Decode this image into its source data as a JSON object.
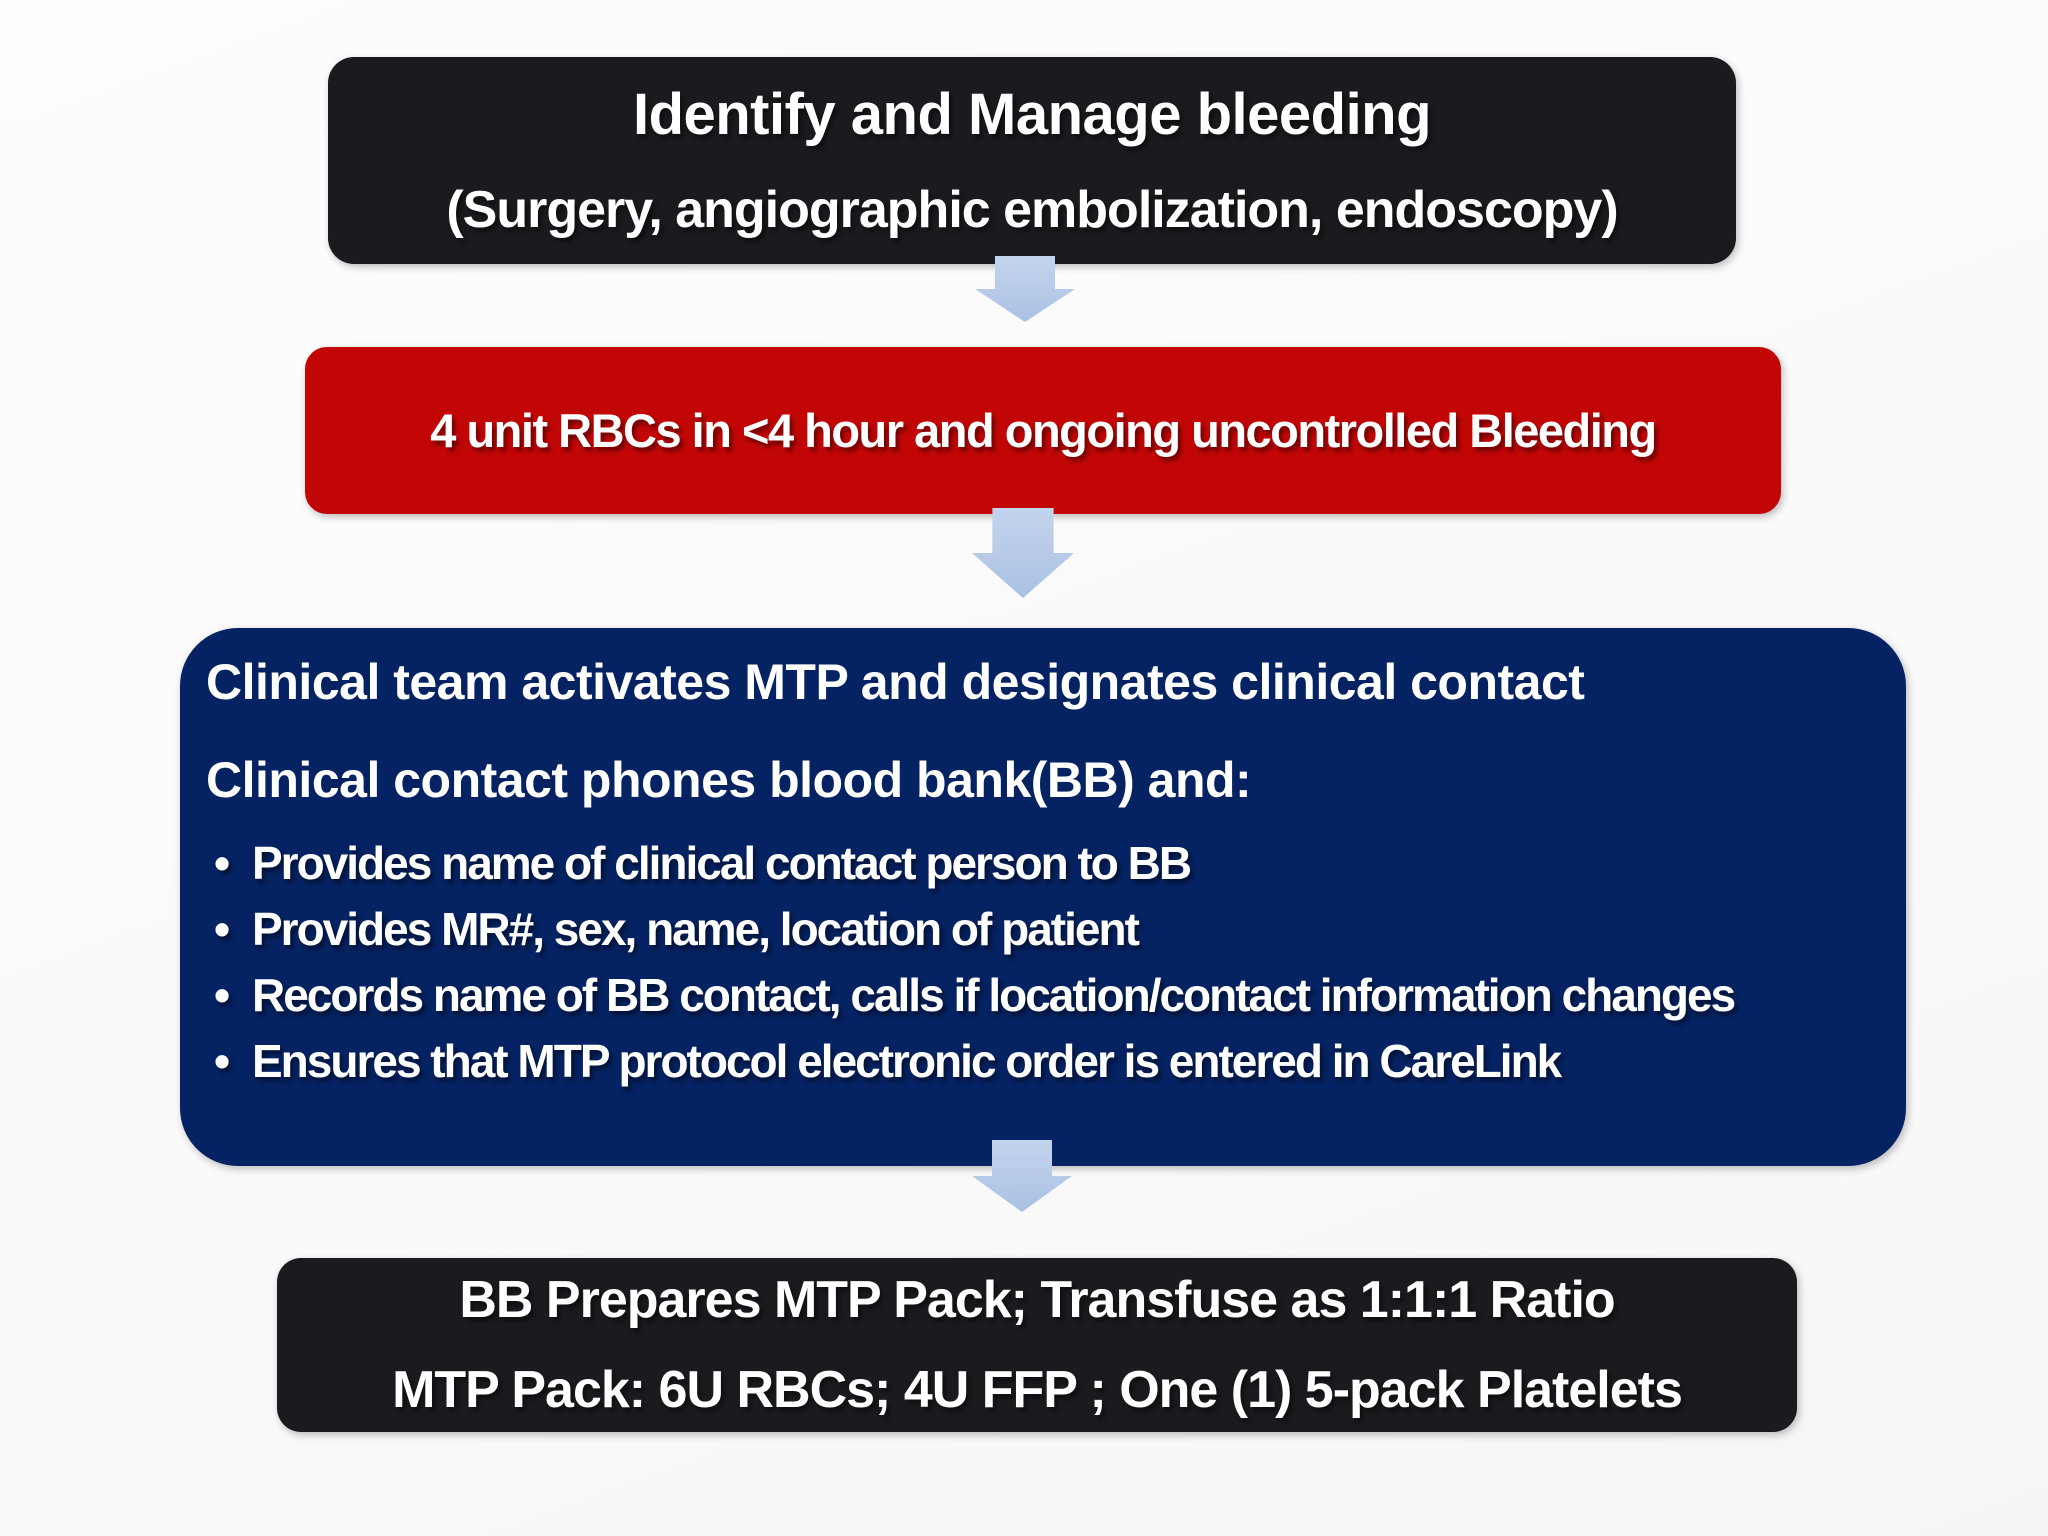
{
  "colors": {
    "background": "#fbfafa",
    "box_black": "#1b1a1e",
    "box_red": "#c20606",
    "box_navy": "#052262",
    "arrow_blue": "#b6cae8",
    "text": "#ffffff"
  },
  "flow": {
    "step1": {
      "line1": "Identify and Manage bleeding",
      "line2": "(Surgery, angiographic embolization, endoscopy)"
    },
    "step2": {
      "line1": "4 unit RBCs in <4 hour and ongoing uncontrolled Bleeding"
    },
    "step3": {
      "heading1": "Clinical team activates MTP and designates clinical contact",
      "heading2": "Clinical contact phones blood bank(BB) and:",
      "bullet_marker": "•",
      "bullets": [
        "Provides name of clinical contact person to BB",
        "Provides MR#, sex, name, location of patient",
        "Records name of BB contact, calls if location/contact information changes",
        "Ensures that MTP protocol electronic order is entered in CareLink"
      ]
    },
    "step4": {
      "line1": "BB Prepares MTP Pack; Transfuse as 1:1:1 Ratio",
      "line2": "MTP Pack: 6U RBCs; 4U FFP ; One (1) 5-pack Platelets"
    }
  }
}
